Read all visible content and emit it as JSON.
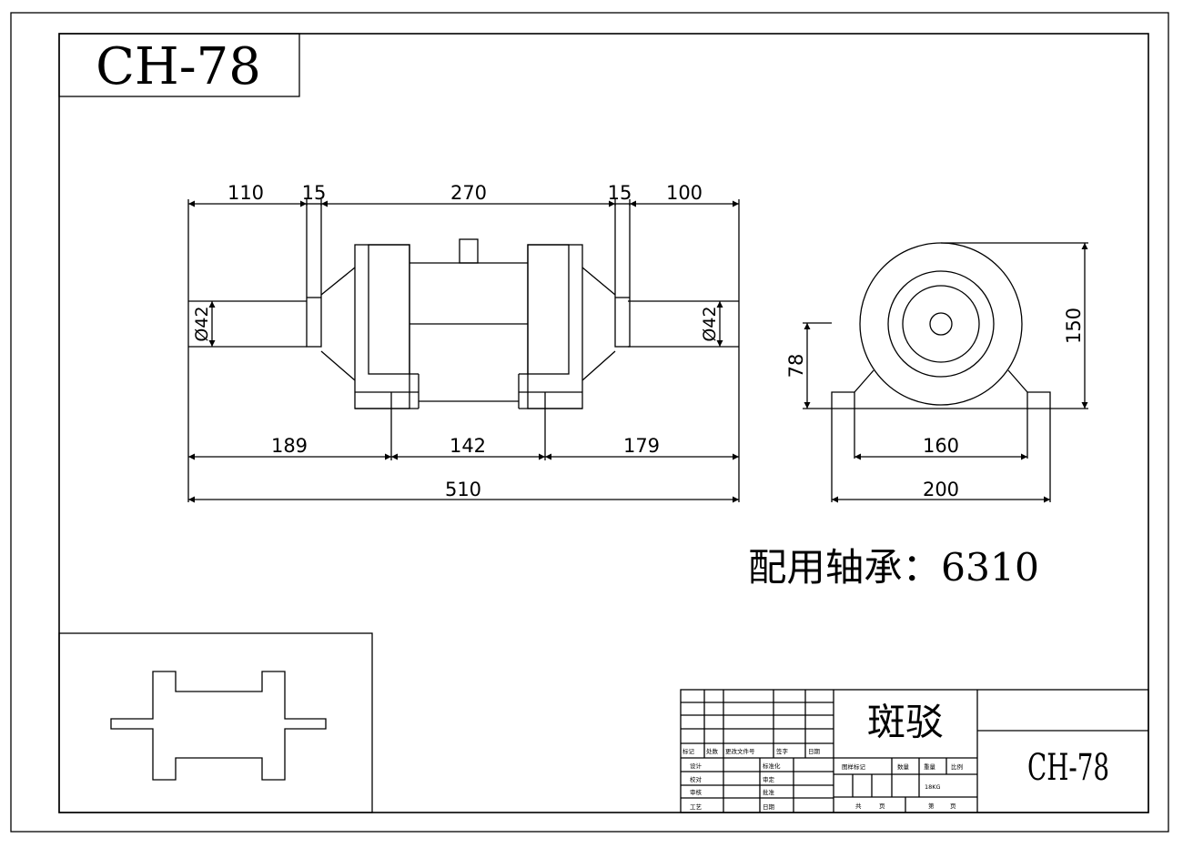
{
  "drawing": {
    "code": "CH-78",
    "bearing_note": "配用轴承：6310",
    "part_name": "斑驳",
    "mass": "18KG"
  },
  "front_view": {
    "dims_top": [
      "110",
      "15",
      "270",
      "15",
      "100"
    ],
    "dims_bottom": [
      "189",
      "142",
      "179"
    ],
    "overall": "510",
    "shaft_left": "Ø42",
    "shaft_right": "Ø42"
  },
  "side_view": {
    "height": "150",
    "center_height": "78",
    "hole_spacing": "160",
    "base_width": "200"
  },
  "title_block": {
    "rev_labels": [
      "标记",
      "处数",
      "更改文件号",
      "签字",
      "日期"
    ],
    "role_labels": [
      "设计",
      "校对",
      "审核",
      "工艺"
    ],
    "role_labels_right": [
      "标准化",
      "审定",
      "批准",
      "日期"
    ],
    "stage_labels": [
      "图样标记",
      "数量",
      "重量",
      "比例"
    ],
    "sheet_labels": [
      "共",
      "页",
      "第",
      "页"
    ]
  }
}
